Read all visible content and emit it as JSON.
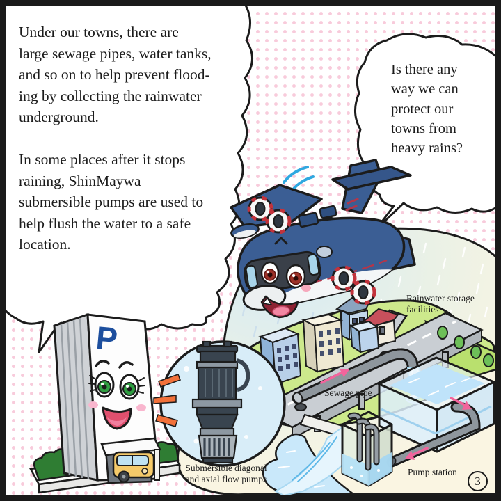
{
  "page": {
    "number": "3"
  },
  "bubbles": {
    "left": {
      "text": "Under our towns, there are\nlarge sewage pipes, water tanks,\nand so on to help prevent flood-\ning by collecting the rainwater\nunderground.\n\nIn some places after it stops\nraining, ShinMaywa\nsubmersible pumps are used to\nhelp flush the water to a safe\nlocation."
    },
    "right": {
      "text": "Is there any\nway we can\nprotect our\ntowns from\nheavy rains?"
    }
  },
  "diagram": {
    "labels": {
      "rainwater": "Rainwater storage\nfacilities",
      "sewage": "Sewage pipe",
      "pumps": "Submersible diagonal\nand axial flow pumps",
      "station": "Pump station"
    }
  },
  "building": {
    "sign": "P"
  },
  "colors": {
    "plane_blue": "#3b5e94",
    "dot_pink": "#f8cbdb",
    "accent_orange": "#f2713a",
    "arrow_pink": "#f2649c",
    "water_blue": "#c9e8fa",
    "grass_green": "#cde98c",
    "p_sign_blue": "#1d4f9e"
  }
}
